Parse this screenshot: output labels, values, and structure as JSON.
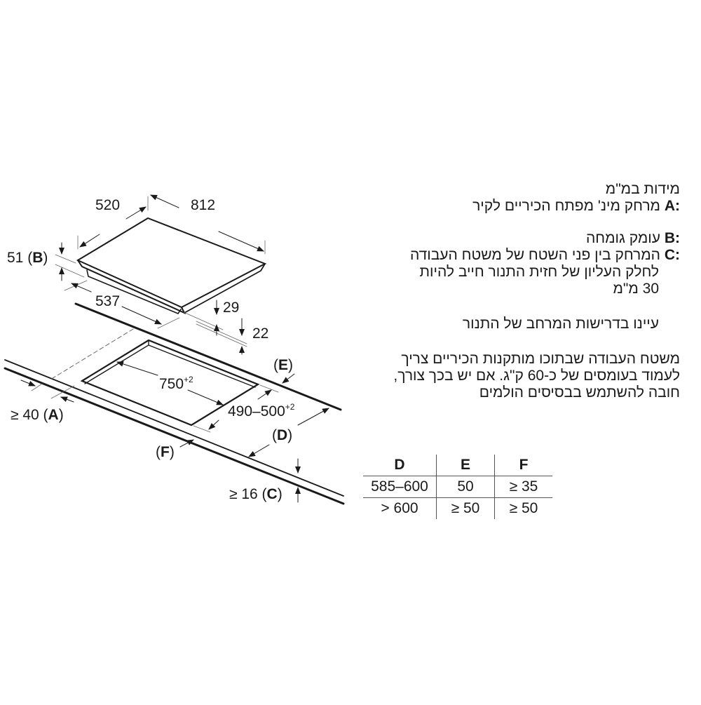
{
  "diagram": {
    "dimensions": {
      "hob_depth": "520",
      "hob_width": "812",
      "hob_thickness_label": "51",
      "hob_thickness_key": "B",
      "body_width": "537",
      "body_height": "29",
      "top_offset": "22",
      "cutout_width": "750",
      "cutout_width_tol": "+2",
      "cutout_depth": "490–500",
      "cutout_depth_tol": "+2",
      "wall_distance_prefix": "≥ 40",
      "wall_distance_key": "A",
      "countertop_thickness_prefix": "≥ 16",
      "countertop_thickness_key": "C",
      "label_d": "D",
      "label_e": "E",
      "label_f": "F"
    }
  },
  "notes": {
    "units": "מידות במ\"מ",
    "a_key": "A:",
    "a_text": "מרחק מינ' מפתח הכיריים לקיר",
    "b_key": "B:",
    "b_text": "עומק גומחה",
    "c_key": "C:",
    "c_text_1": "המרחק בין פני השטח של משטח העבודה",
    "c_text_2": "לחלק העליון של חזית התנור חייב להיות",
    "c_text_3": "30 מ\"מ",
    "oven_note": "עיינו בדרישות המרחב של התנור",
    "load_1": "משטח העבודה שבתוכו מותקנות הכיריים צריך",
    "load_2": "לעמוד בעומסים של כ-60 ק\"ג. אם יש בכך צורך,",
    "load_3": "חובה להשתמש בבסיסים הולמים"
  },
  "table": {
    "headers": [
      "D",
      "E",
      "F"
    ],
    "rows": [
      [
        "585–600",
        "50",
        "≥ 35"
      ],
      [
        "> 600",
        "≥ 50",
        "≥ 50"
      ]
    ]
  }
}
